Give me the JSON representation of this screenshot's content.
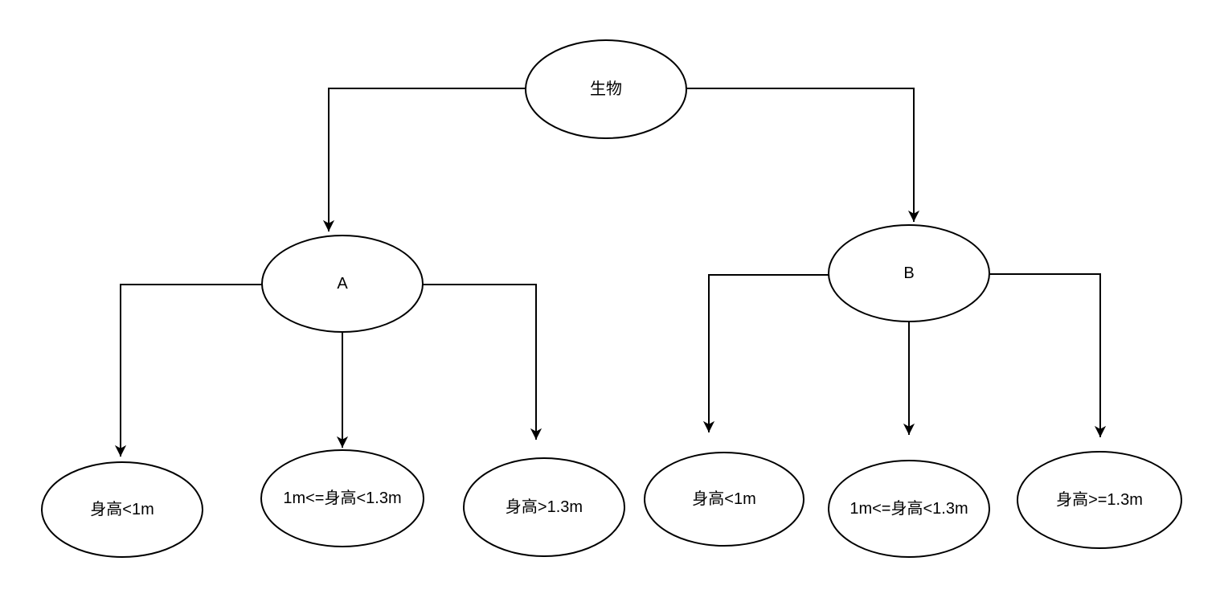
{
  "diagram": {
    "type": "decision-tree",
    "colors": {
      "background": "#ffffff",
      "node_fill": "#ffffff",
      "stroke": "#000000",
      "text": "#000000"
    },
    "nodes": {
      "root": {
        "label": "生物"
      },
      "a": {
        "label": "A"
      },
      "b": {
        "label": "B"
      },
      "a1": {
        "label": "身高<1m"
      },
      "a2": {
        "label": "1m<=身高<1.3m"
      },
      "a3": {
        "label": "身高>1.3m"
      },
      "b1": {
        "label": "身高<1m"
      },
      "b2": {
        "label": "1m<=身高<1.3m"
      },
      "b3": {
        "label": "身高>=1.3m"
      }
    },
    "edges": [
      {
        "from": "生物",
        "to": "A"
      },
      {
        "from": "生物",
        "to": "B"
      },
      {
        "from": "A",
        "to": "身高<1m"
      },
      {
        "from": "A",
        "to": "1m<=身高<1.3m"
      },
      {
        "from": "A",
        "to": "身高>1.3m"
      },
      {
        "from": "B",
        "to": "身高<1m"
      },
      {
        "from": "B",
        "to": "1m<=身高<1.3m"
      },
      {
        "from": "B",
        "to": "身高>=1.3m"
      }
    ]
  }
}
